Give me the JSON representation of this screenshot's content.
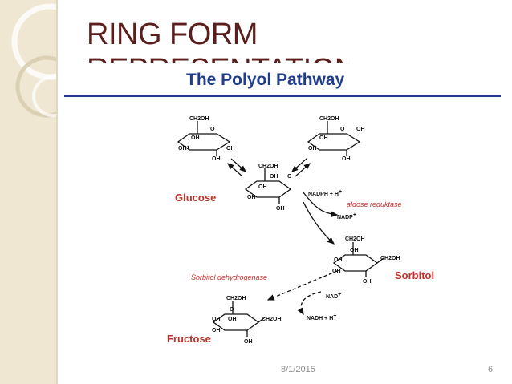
{
  "slide": {
    "title_line1": "RING FORM",
    "title_line2": "REPRESENTATION",
    "pathway_title": "The Polyol Pathway",
    "footer_date": "8/1/2015",
    "footer_page": "6"
  },
  "diagram": {
    "compounds": {
      "glucose": "Glucose",
      "sorbitol": "Sorbitol",
      "fructose": "Fructose"
    },
    "enzymes": {
      "aldose": "aldose reduktase",
      "sorbitol_dh": "Sorbitol dehydrogenase"
    },
    "cofactors": {
      "nadph_h": "NADPH + H",
      "nadp": "NADP",
      "nad": "NAD",
      "nadh_h": "NADH + H",
      "plus": "+"
    },
    "groups": {
      "ch2oh": "CH2OH",
      "oh": "OH",
      "o": "O"
    }
  },
  "colors": {
    "title": "#5a1e1c",
    "pathway_title": "#1f3d8c",
    "compound_label": "#c0312b",
    "side_band": "#efe7d2"
  }
}
